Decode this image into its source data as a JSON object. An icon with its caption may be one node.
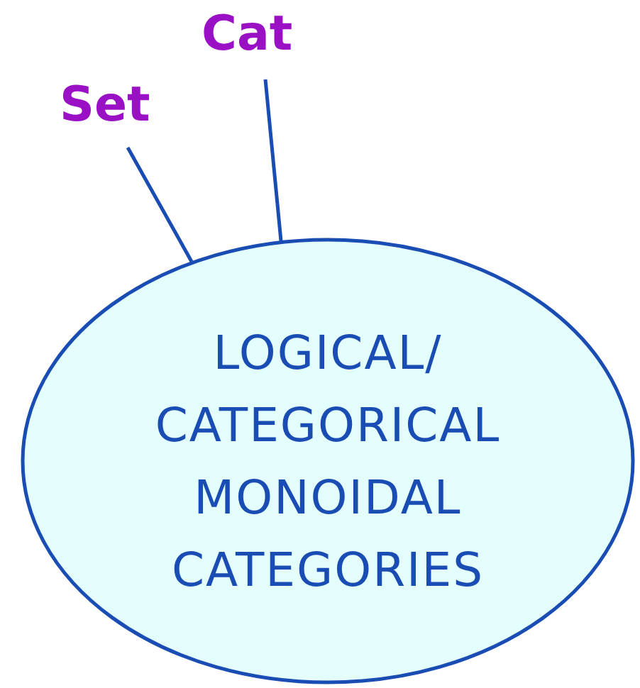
{
  "diagram": {
    "nodes": [
      {
        "text": [
          "LOGICAL/ CATEGORICAL MONOIDAL CATEGORIES"
        ]
      },
      {
        "text": [
          "Set"
        ]
      },
      {
        "text": [
          "Cat"
        ]
      }
    ],
    "edges": [
      {
        "from": 1,
        "to": 0,
        "arrow": "none"
      },
      {
        "from": 2,
        "to": 0,
        "arrow": "none"
      }
    ]
  }
}
